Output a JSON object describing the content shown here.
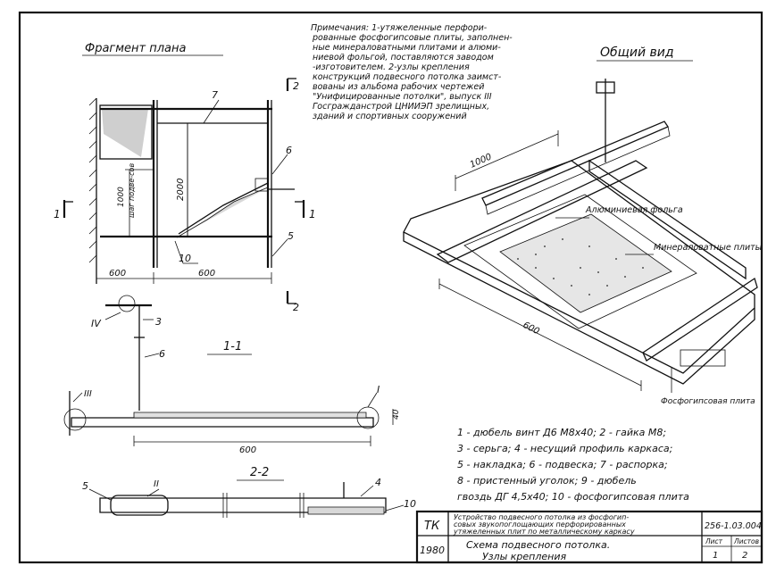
{
  "titles": {
    "plan": "Фрагмент плана",
    "general": "Общий вид",
    "section_1": "1-1",
    "section_2": "2-2"
  },
  "notes": [
    "Примечания: 1-утяжеленные перфори-",
    "рованные фосфогипсовые плиты, заполнен-",
    "ные минераловатными плитами и алюми-",
    "ниевой фольгой, поставляются заводом",
    "-изготовителем. 2-узлы крепления",
    "конструкций подвесного потолка заимст-",
    "вованы из альбома рабочих чертежей",
    "\"Унифицированные потолки\", выпуск III",
    "Госгражданстрой ЦНИИЭП зрелищных,",
    "зданий и спортивных сооружений"
  ],
  "plan": {
    "dim_left": "600",
    "dim_right": "600",
    "dim_vertical": "2000",
    "dim_vertical_2": "1000",
    "dim_vertical_note": "шаг подве-сов",
    "marks": [
      "7",
      "6",
      "5",
      "10"
    ],
    "cut_1_left": "1",
    "cut_1_right": "1",
    "cut_2_top": "2",
    "cut_2_bottom": "2"
  },
  "general_view": {
    "dim_1000": "1000",
    "dim_600": "600",
    "label_foil": "Алюминиевая фольга",
    "label_mineral": "Минераловатные плиты",
    "label_plate": "Фосфогипсовая плита"
  },
  "node_callouts": {
    "node_iv": "IV",
    "node_3": "3",
    "node_6": "6",
    "node_iii": "III",
    "node_i": "I",
    "node_ii": "II",
    "sec_dim_600": "600",
    "sec_dim_40": "40",
    "mark_5": "5",
    "mark_4": "4",
    "mark_10": "10"
  },
  "legend": [
    "1 - дюбель винт  Д6 М8х40; 2 - гайка М8;",
    "3 - серьга; 4 - несущий профиль каркаса;",
    "5 - накладка; 6 - подвеска; 7 - распорка;",
    "8 - пристенный  уголок; 9 - дюбель",
    "гвоздь  ДГ 4,5х40; 10 - фосфогипсовая плита"
  ],
  "title_block": {
    "code_tk": "ТК",
    "description": [
      "Устройство подвесного потолка из фосфогип-",
      "совых звукопоглощающих перфорированных",
      "утяжеленных плит по металлическому каркасу"
    ],
    "doc_number": "256-1.03.004",
    "year": "1980",
    "sheet_title": [
      "Схема подвесного потолка.",
      "Узлы крепления"
    ],
    "sheet_label": "Лист",
    "sheets_label": "Листов",
    "sheet_num": "1",
    "sheets_total": "2"
  }
}
